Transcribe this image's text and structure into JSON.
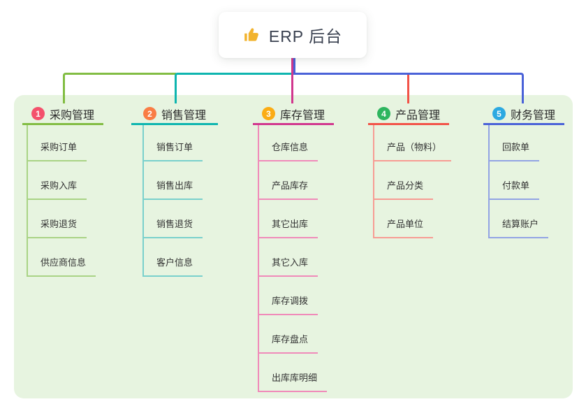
{
  "root": {
    "label": "ERP 后台",
    "icon": "thumbs-up",
    "connector_color": "#4a62d8",
    "icon_color": "#f2b32e"
  },
  "panel": {
    "background": "#e7f4e0"
  },
  "branches": [
    {
      "num": "1",
      "label": "采购管理",
      "badge_color": "#f4516c",
      "line_color": "#82bd43",
      "child_line_color": "#a9d385",
      "children": [
        "采购订单",
        "采购入库",
        "采购退货",
        "供应商信息"
      ]
    },
    {
      "num": "2",
      "label": "销售管理",
      "badge_color": "#f97d45",
      "line_color": "#0eb5af",
      "child_line_color": "#79d0cc",
      "children": [
        "销售订单",
        "销售出库",
        "销售退货",
        "客户信息"
      ]
    },
    {
      "num": "3",
      "label": "库存管理",
      "badge_color": "#fbac14",
      "line_color": "#d1378e",
      "child_line_color": "#f08ab9",
      "children": [
        "仓库信息",
        "产品库存",
        "其它出库",
        "其它入库",
        "库存调拨",
        "库存盘点",
        "出库库明细"
      ]
    },
    {
      "num": "4",
      "label": "产品管理",
      "badge_color": "#2eb55f",
      "line_color": "#f25348",
      "child_line_color": "#f79b93",
      "children": [
        "产品（物料）",
        "产品分类",
        "产品单位"
      ]
    },
    {
      "num": "5",
      "label": "财务管理",
      "badge_color": "#2ca9e1",
      "line_color": "#4a62d8",
      "child_line_color": "#92a3e4",
      "children": [
        "回款单",
        "付款单",
        "结算账户"
      ]
    }
  ]
}
